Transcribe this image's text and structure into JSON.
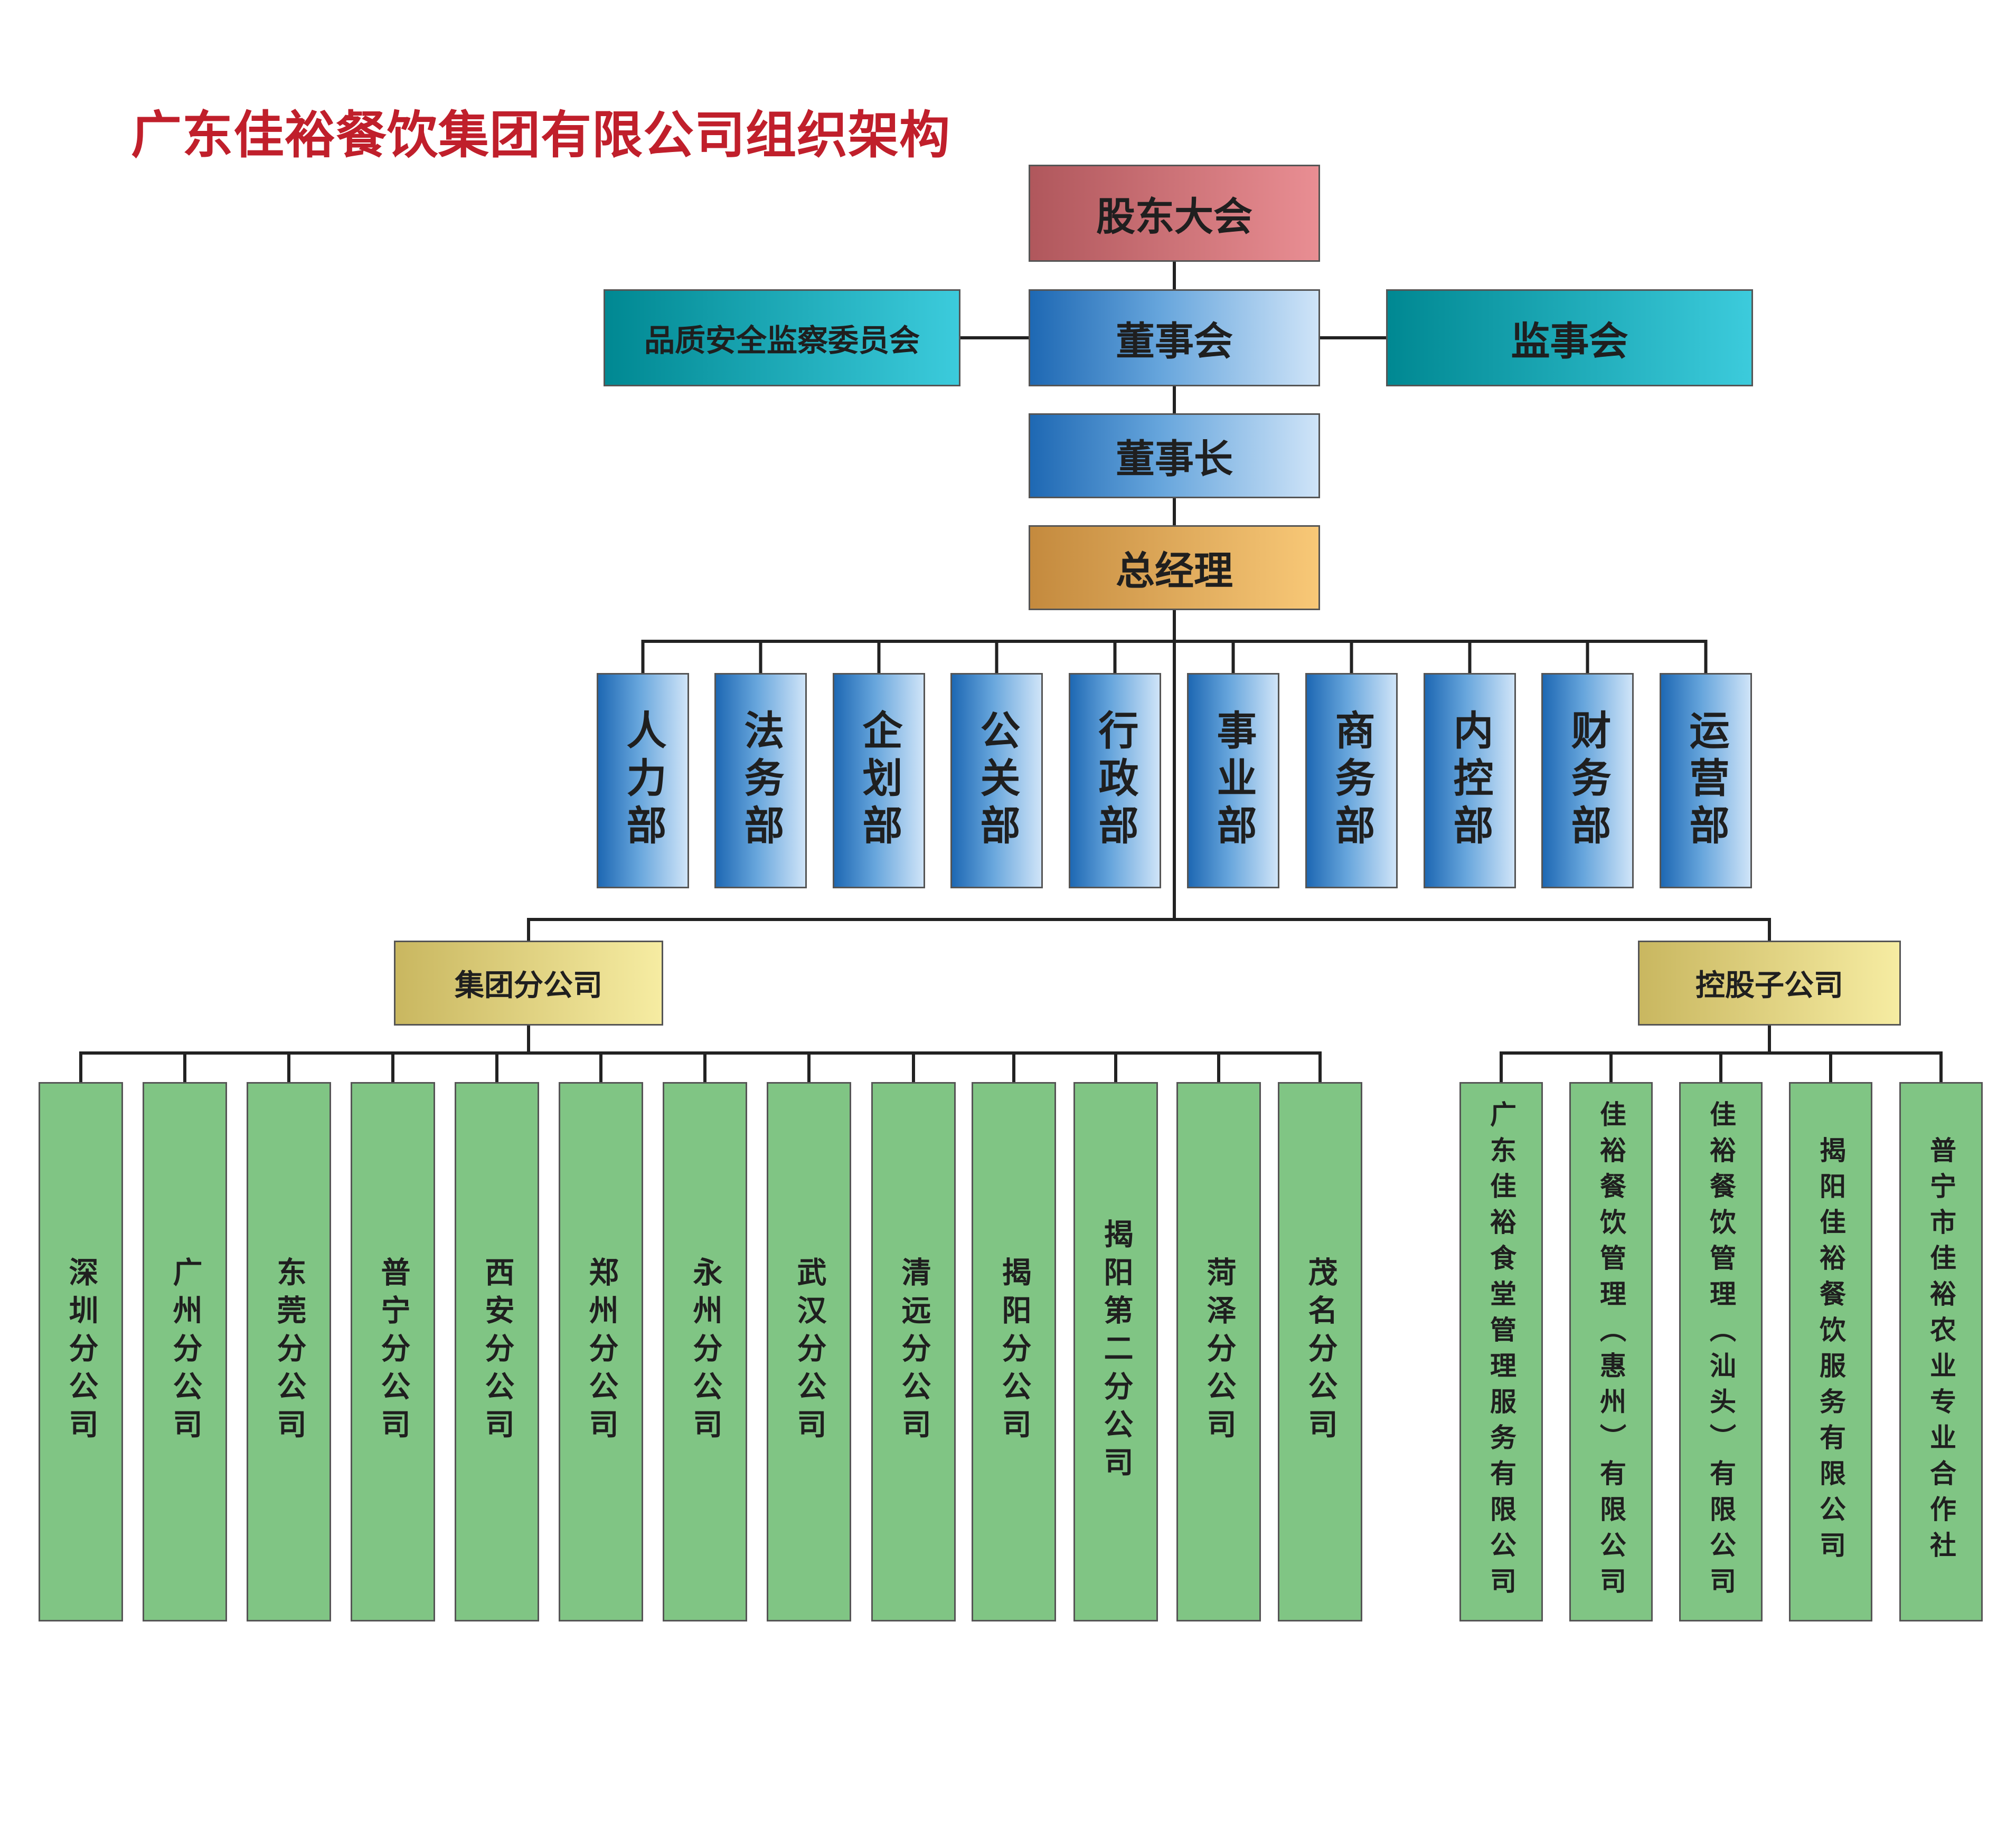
{
  "title": "广东佳裕餐饮集团有限公司组织架构",
  "top": {
    "shareholders": "股东大会",
    "board": "董事会",
    "quality_committee": "品质安全监察委员会",
    "supervisors": "监事会",
    "chairman": "董事长",
    "general_manager": "总经理"
  },
  "departments": [
    "人力部",
    "法务部",
    "企划部",
    "公关部",
    "行政部",
    "事业部",
    "商务部",
    "内控部",
    "财务部",
    "运营部"
  ],
  "branches_group": {
    "label": "集团分公司",
    "items": [
      "深圳分公司",
      "广州分公司",
      "东莞分公司",
      "普宁分公司",
      "西安分公司",
      "郑州分公司",
      "永州分公司",
      "武汉分公司",
      "清远分公司",
      "揭阳分公司",
      "揭阳第二分公司",
      "菏泽分公司",
      "茂名分公司"
    ]
  },
  "subsidiaries_group": {
    "label": "控股子公司",
    "items": [
      "广东佳裕食堂管理服务有限公司",
      "佳裕餐饮管理（惠州）有限公司",
      "佳裕餐饮管理（汕头）有限公司",
      "揭阳佳裕餐饮服务有限公司",
      "普宁市佳裕农业专业合作社"
    ]
  }
}
